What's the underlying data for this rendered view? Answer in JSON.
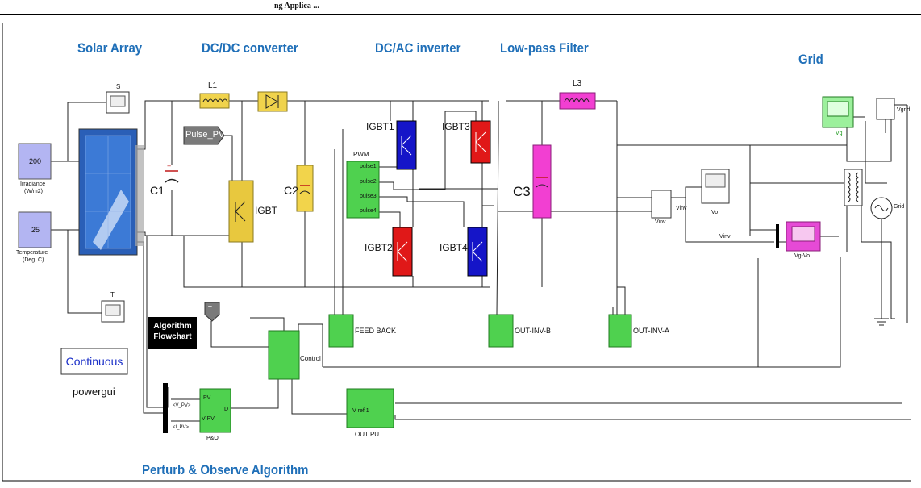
{
  "header_text": "ng Applica ... ",
  "sections": {
    "solar_array": "Solar Array",
    "dcdc": "DC/DC converter",
    "dcac": "DC/AC inverter",
    "filter": "Low-pass Filter",
    "grid": "Grid",
    "po": "Perturb & Observe Algorithm"
  },
  "blocks": {
    "irradiance_value": "200",
    "irradiance_label": "Irradiance",
    "irradiance_unit": "(W/m2)",
    "temperature_value": "25",
    "temperature_label": "Temperature",
    "temperature_unit": "(Deg. C)",
    "scope_s": "S",
    "scope_t": "T",
    "powergui_box": "Continuous",
    "powergui_label": "powergui",
    "l1": "L1",
    "l3": "L3",
    "c1": "C1",
    "c2": "C2",
    "c3": "C3",
    "pulse_pv": "Pulse_PV",
    "igbt": "IGBT",
    "igbt1": "IGBT1",
    "igbt2": "IGBT2",
    "igbt3": "IGBT3",
    "igbt4": "IGBT4",
    "pwm": "PWM",
    "pulse1": "pulse1",
    "pulse2": "pulse2",
    "pulse3": "pulse3",
    "pulse4": "pulse4",
    "feedback": "FEED BACK",
    "out_inv_b": "OUT-INV-B",
    "out_inv_a": "OUT-INV-A",
    "vinv_block": "Vinv",
    "vinv_wire": "Vinv",
    "vo": "Vo",
    "vg": "Vg",
    "vg_vo": "Vg-Vo",
    "vgrid": "Vgrid",
    "grid_src": "Grid",
    "algo_flowchart_1": "Algorithm",
    "algo_flowchart_2": "Flowchart",
    "goto_tag": "T",
    "control": "Control",
    "po_block": "P&O",
    "po_in1": "PV",
    "po_in2": "V PV",
    "po_out": "D",
    "mux_in1": "<V_PV>",
    "mux_in2": "<I_PV>",
    "output_block": "OUT PUT",
    "vref": "V ref 1"
  },
  "colors": {
    "section_title": "#1f6fb8",
    "irradiance_fill": "#b3b5f2",
    "pv_panel": "#2a5fb7",
    "inductor_l1": "#f0d34c",
    "inductor_l3": "#f23fd2",
    "capacitor": "#f2d44b",
    "igbt_boost": "#e8c83e",
    "igbt_blue": "#1515c8",
    "igbt_red": "#e01818",
    "pwm_green": "#4fd14f",
    "scope_green": "#9cf09c",
    "scope_magenta": "#e64ad6",
    "powergui_text": "#1a2fc8"
  }
}
